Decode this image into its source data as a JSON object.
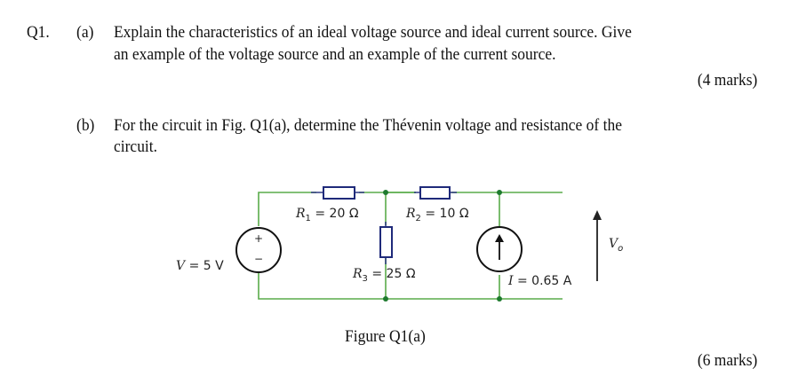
{
  "question": {
    "number": "Q1.",
    "part_a": {
      "label": "(a)",
      "line1": "Explain the characteristics of an ideal voltage source and ideal current source. Give",
      "line2": "an example of the voltage source and an example of the current source.",
      "marks": "(4 marks)"
    },
    "part_b": {
      "label": "(b)",
      "line1": "For the circuit in Fig. Q1(a), determine the Thévenin voltage and resistance of the",
      "line2": "circuit.",
      "marks": "(6 marks)"
    }
  },
  "figure": {
    "caption": "Figure Q1(a)",
    "components": {
      "voltage_source": {
        "symbol": "V",
        "value": "= 5 V",
        "plus": "+",
        "minus": "−"
      },
      "r1": {
        "symbol": "R",
        "sub": "1",
        "value": "= 20 Ω"
      },
      "r2": {
        "symbol": "R",
        "sub": "2",
        "value": "= 10 Ω"
      },
      "r3": {
        "symbol": "R",
        "sub": "3",
        "value": "= 25 Ω"
      },
      "current_source": {
        "symbol": "I",
        "value": "= 0.65 A"
      },
      "output": {
        "symbol": "V",
        "sub": "o"
      }
    },
    "colors": {
      "wire": "#5aab4a",
      "resistor": "#1f2a7a",
      "node": "#1e7a2e",
      "source": "#111111"
    }
  }
}
